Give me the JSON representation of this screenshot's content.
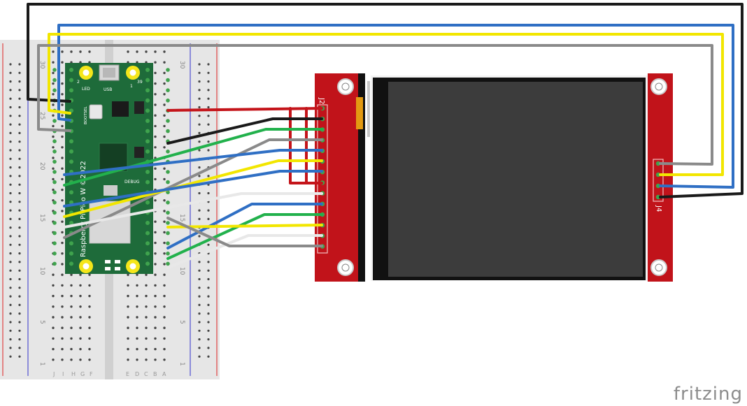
{
  "app": {
    "watermark": "fritzing"
  },
  "colors": {
    "wire_black": "#1a1a1a",
    "wire_blue": "#2f6fc4",
    "wire_yellow": "#f2e600",
    "wire_gray": "#8a8a8a",
    "wire_red": "#c4141a",
    "wire_green": "#22b14c",
    "wire_white": "#e8e8e8",
    "pico_pcb": "#1e6b3a",
    "lcd_pcb": "#c1131a",
    "lcd_panel": "#3c3c3c",
    "breadboard": "#e6e6e6"
  },
  "breadboard": {
    "row_labels": [
      "30",
      "25",
      "20",
      "15",
      "10",
      "5",
      "1"
    ],
    "col_labels_bottom": [
      "J",
      "I",
      "H",
      "G",
      "F",
      "E",
      "D",
      "C",
      "B",
      "A"
    ]
  },
  "pico": {
    "board_text": "Raspberry Pi Pico W ©2022",
    "label_led": "LED",
    "label_usb": "USB",
    "label_bootsel": "BOOTSEL",
    "label_debug": "DEBUG",
    "pin_1": "1",
    "pin_2": "2",
    "pin_39": "39"
  },
  "lcd": {
    "header_j2": "J2",
    "header_j4": "J4"
  }
}
